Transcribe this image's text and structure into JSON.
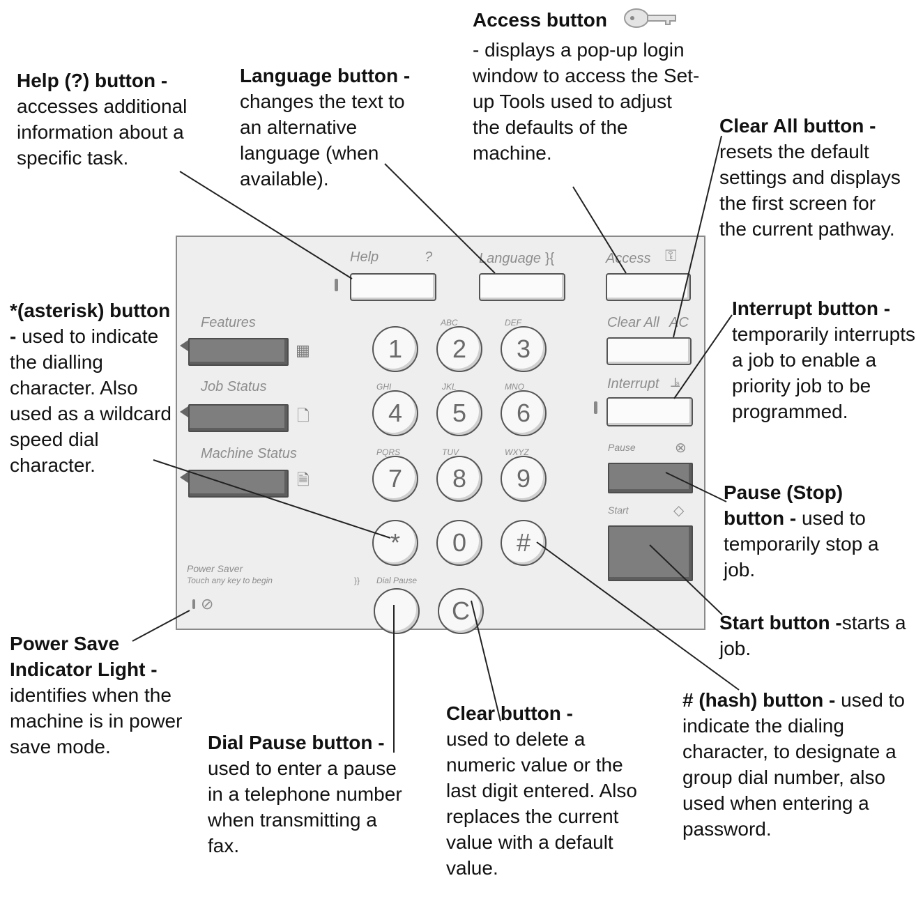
{
  "annotations": {
    "help": {
      "title": "Help (?) button -",
      "body": "accesses additional information about a specific task."
    },
    "language": {
      "title": "Language button -",
      "body": "changes the text to an alternative language (when available)."
    },
    "access": {
      "title": "Access button",
      "body": "- displays a pop-up login window to access the Set-up Tools used to adjust the defaults of the machine."
    },
    "clear_all": {
      "title": "Clear All button -",
      "body": "resets the default settings and displays the first screen for the current pathway."
    },
    "interrupt": {
      "title": "Interrupt button -",
      "body": "temporarily interrupts a job to enable a priority job to be programmed."
    },
    "asterisk": {
      "title": "*(asterisk) button -",
      "body": "used to indicate the dialling character. Also used as a wildcard speed dial character."
    },
    "pause": {
      "title": "Pause (Stop) button -",
      "body": "used to temporarily stop a job."
    },
    "start": {
      "title": "Start button -",
      "body": "starts a job."
    },
    "power_save": {
      "title": "Power Save Indicator Light -",
      "body": "identifies when the machine is in power save mode."
    },
    "dial_pause": {
      "title": "Dial Pause button -",
      "body": "used to enter a pause in a telephone number when transmitting a fax."
    },
    "clear": {
      "title": "Clear button -",
      "body": "used to delete a numeric value or the last digit entered. Also replaces the current value with a default value."
    },
    "hash": {
      "title": "# (hash) button -",
      "body": "used to indicate the dialing character, to designate a group dial number, also used when entering a password."
    }
  },
  "panel": {
    "help_label": "Help",
    "help_symbol": "?",
    "language_label": "Language",
    "access_label": "Access",
    "clear_all_label": "Clear All",
    "clear_all_symbol": "AC",
    "interrupt_label": "Interrupt",
    "pause_label": "Pause",
    "start_label": "Start",
    "features_label": "Features",
    "job_status_label": "Job Status",
    "machine_status_label": "Machine Status",
    "power_saver_label": "Power Saver",
    "power_saver_hint": "Touch any key to begin",
    "dial_pause_label": "Dial Pause",
    "keys": [
      "1",
      "2",
      "3",
      "4",
      "5",
      "6",
      "7",
      "8",
      "9",
      "*",
      "0",
      "#",
      "C"
    ],
    "key_letters": [
      "ABC",
      "DEF",
      "GHI",
      "JKL",
      "MNO",
      "PQRS",
      "TUV",
      "WXYZ"
    ]
  },
  "icons": {
    "access_key": "key-icon",
    "features": "features-icon",
    "job_status": "job-status-icon",
    "machine_status": "machine-status-icon",
    "power": "power-icon",
    "pause": "stop-icon",
    "start": "start-icon"
  }
}
